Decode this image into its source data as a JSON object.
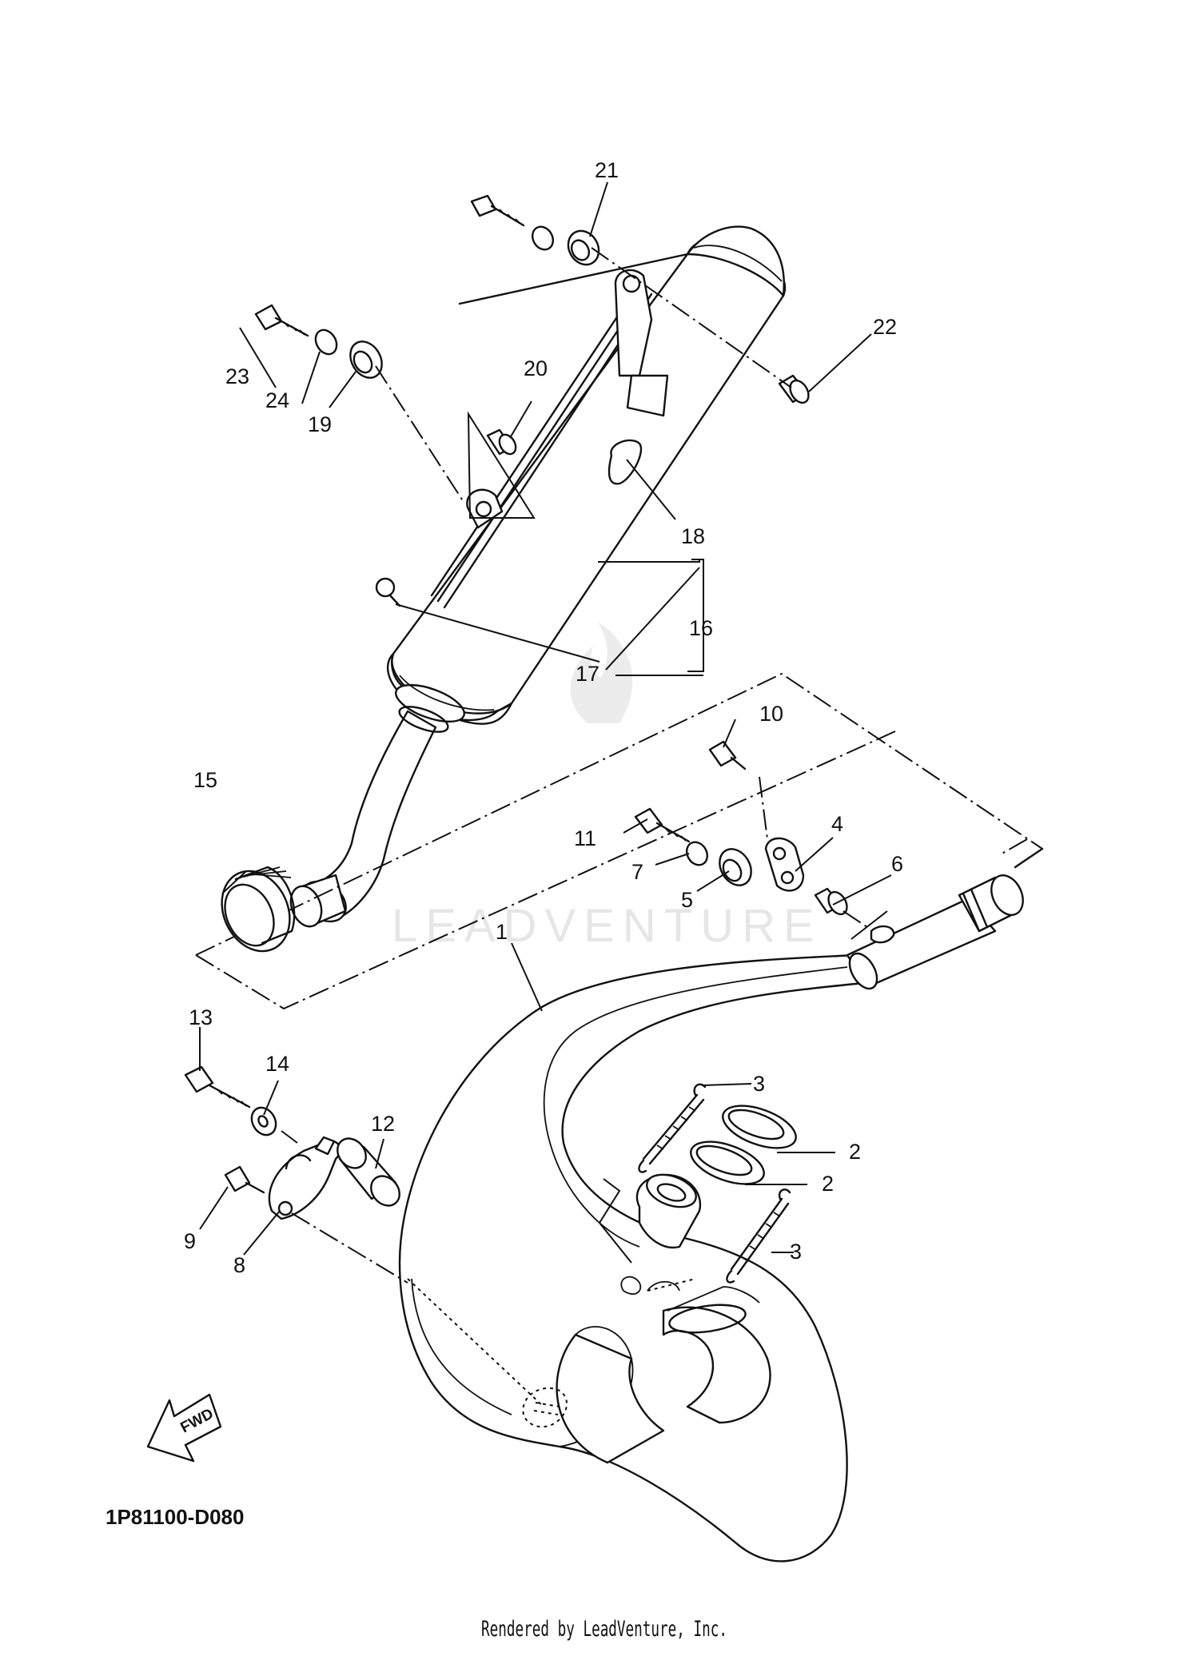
{
  "diagram_code": "1P81100-D080",
  "credit": "Rendered by LeadVenture, Inc.",
  "watermark": "LEADVENTURE",
  "fwd_label": "FWD",
  "callouts": {
    "c1": "1",
    "c2a": "2",
    "c2b": "2",
    "c3a": "3",
    "c3b": "3",
    "c4": "4",
    "c5": "5",
    "c6": "6",
    "c7": "7",
    "c8": "8",
    "c9": "9",
    "c10": "10",
    "c11": "11",
    "c12": "12",
    "c13": "13",
    "c14": "14",
    "c15": "15",
    "c16": "16",
    "c17": "17",
    "c18": "18",
    "c19": "19",
    "c20": "20",
    "c21": "21",
    "c22": "22",
    "c23": "23",
    "c24": "24"
  }
}
